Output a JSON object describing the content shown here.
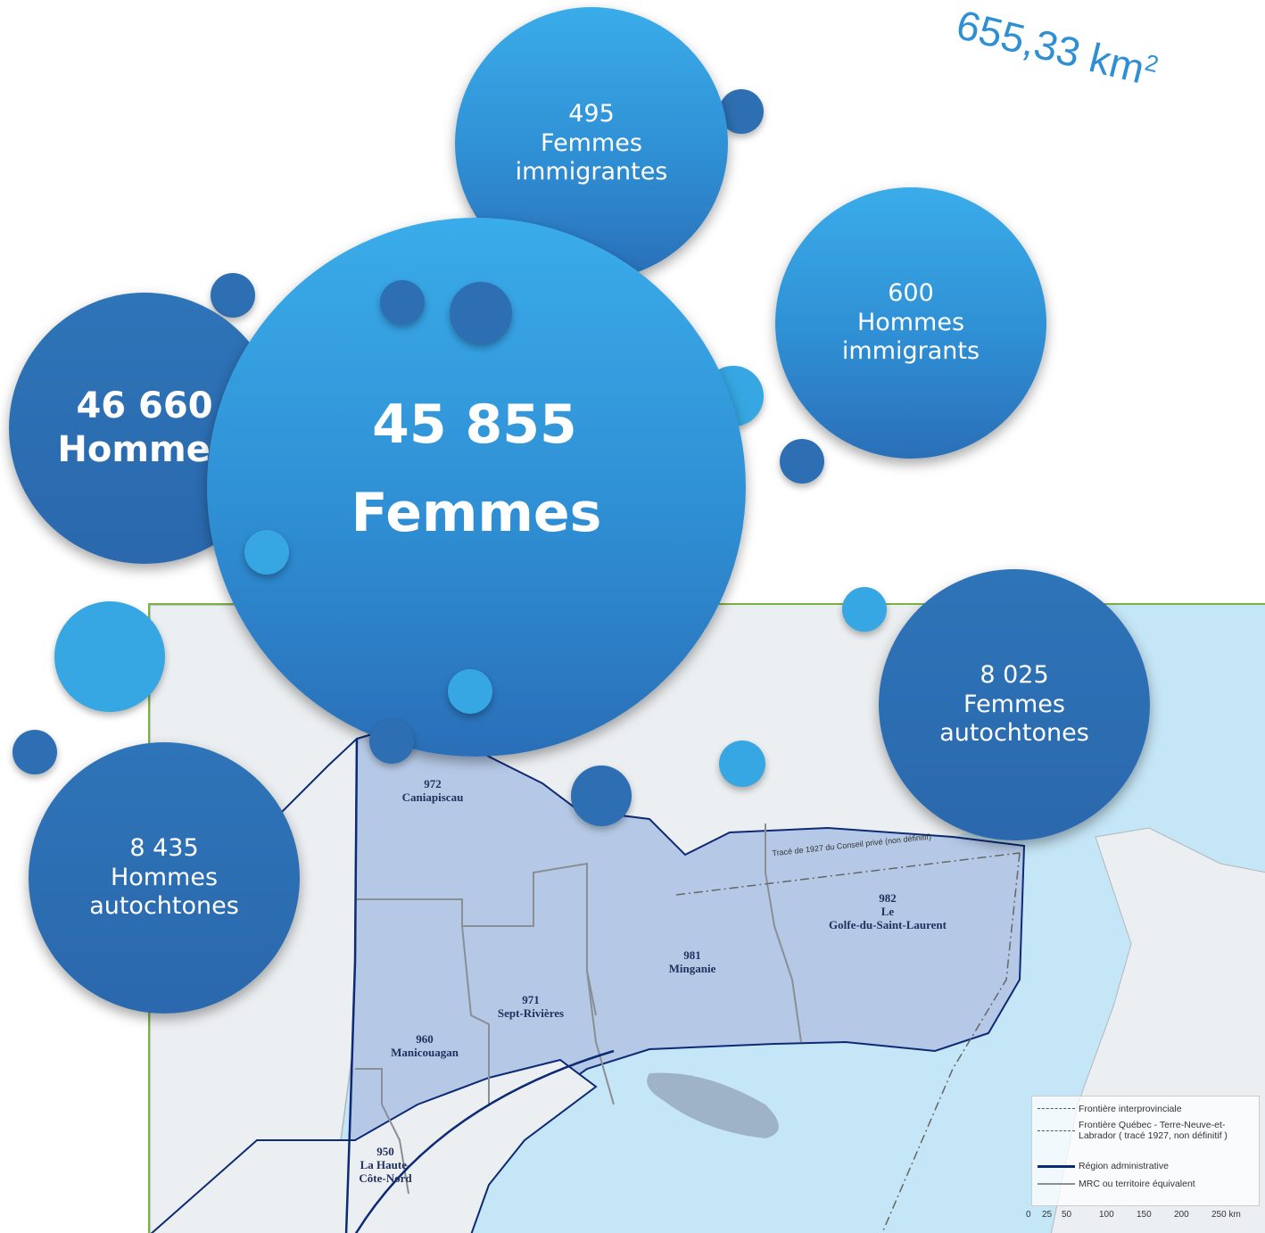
{
  "area": {
    "value": "655,33 km",
    "unit_sup": "2"
  },
  "bubbles": {
    "femmes": {
      "number": "45 855",
      "label": "Femmes"
    },
    "hommes": {
      "number": "46 660",
      "label": "Hommes"
    },
    "femmes_immigrantes": {
      "number": "495",
      "line1": "Femmes",
      "line2": "immigrantes"
    },
    "hommes_immigrants": {
      "number": "600",
      "line1": "Hommes",
      "line2": "immigrants"
    },
    "femmes_autochtones": {
      "number": "8 025",
      "line1": "Femmes",
      "line2": "autochtones"
    },
    "hommes_autochtones": {
      "number": "8 435",
      "line1": "Hommes",
      "line2": "autochtones"
    }
  },
  "map": {
    "mrcs": [
      {
        "code": "972",
        "name": "Caniapiscau"
      },
      {
        "code": "982",
        "name": "Le",
        "name2": "Golfe-du-Saint-Laurent"
      },
      {
        "code": "981",
        "name": "Minganie"
      },
      {
        "code": "971",
        "name": "Sept-Rivières"
      },
      {
        "code": "960",
        "name": "Manicouagan"
      },
      {
        "code": "950",
        "name": "La Haute-",
        "name2": "Côte-Nord"
      }
    ],
    "annotation": "Tracé de 1927 du Conseil privé (non définitif)",
    "legend": {
      "interprovinciale": "Frontière interprovinciale",
      "qc_tnl_1": "Frontière Québec - Terre-Neuve-et-",
      "qc_tnl_2": "Labrador ( tracé 1927, non définitif )",
      "region": "Région administrative",
      "mrc": "MRC ou territoire équivalent"
    },
    "scale": {
      "ticks": [
        "0",
        "25",
        "50",
        "100",
        "150",
        "200",
        "250 km"
      ]
    },
    "colors": {
      "water": "#bfe3f5",
      "land": "#eceff1",
      "region": "#b4c8e6",
      "boundary": "#0d2a74"
    }
  }
}
